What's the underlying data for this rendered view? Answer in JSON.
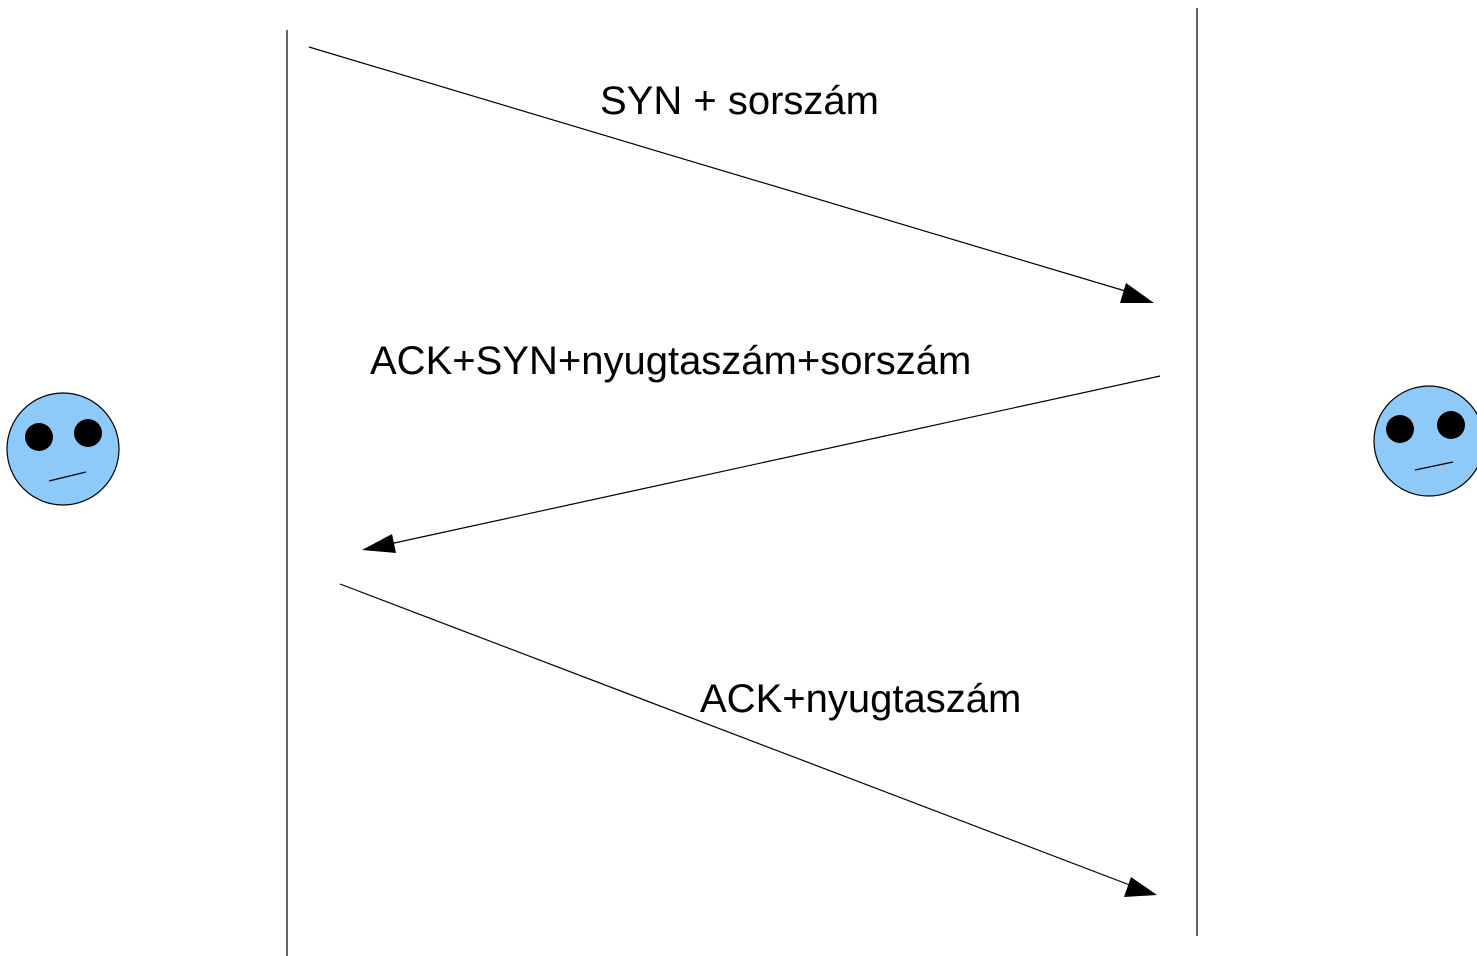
{
  "colors": {
    "face_fill": "#8ecaf9",
    "eye": "#000000",
    "line": "#000000",
    "background": "#ffffff"
  },
  "participants": [
    {
      "id": "left",
      "icon": "neutral-face-icon"
    },
    {
      "id": "right",
      "icon": "neutral-face-icon"
    }
  ],
  "messages": [
    {
      "label": "SYN + sorszám",
      "from": "left",
      "to": "right"
    },
    {
      "label": "ACK+SYN+nyugtaszám+sorszám",
      "from": "right",
      "to": "left"
    },
    {
      "label": "ACK+nyugtaszám",
      "from": "left",
      "to": "right"
    }
  ]
}
